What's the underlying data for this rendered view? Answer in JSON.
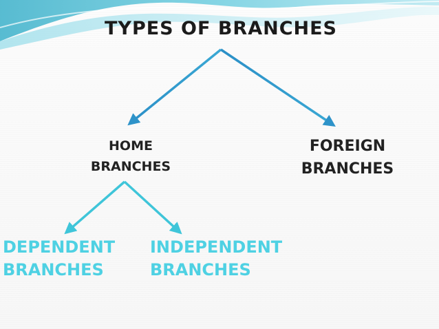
{
  "title": "TYPES OF BRANCHES",
  "nodes": {
    "home": "HOME\nBRANCHES",
    "foreign": "FOREIGN\nBRANCHES",
    "dependent": "DEPENDENT\nBRANCHES",
    "independent": "INDEPENDENT\nBRANCHES"
  },
  "colors": {
    "background": "#fbfbfb",
    "header_wave_dark": "#5fc6d8",
    "header_wave_light": "#c9eef4",
    "arrow_top": "#2e93c9",
    "arrow_bottom": "#3fc5d9",
    "leaf_text": "#4ed1e3",
    "node_text": "#222222"
  },
  "edges": [
    {
      "from": "title",
      "to": "home"
    },
    {
      "from": "title",
      "to": "foreign"
    },
    {
      "from": "home",
      "to": "dependent"
    },
    {
      "from": "home",
      "to": "independent"
    }
  ]
}
